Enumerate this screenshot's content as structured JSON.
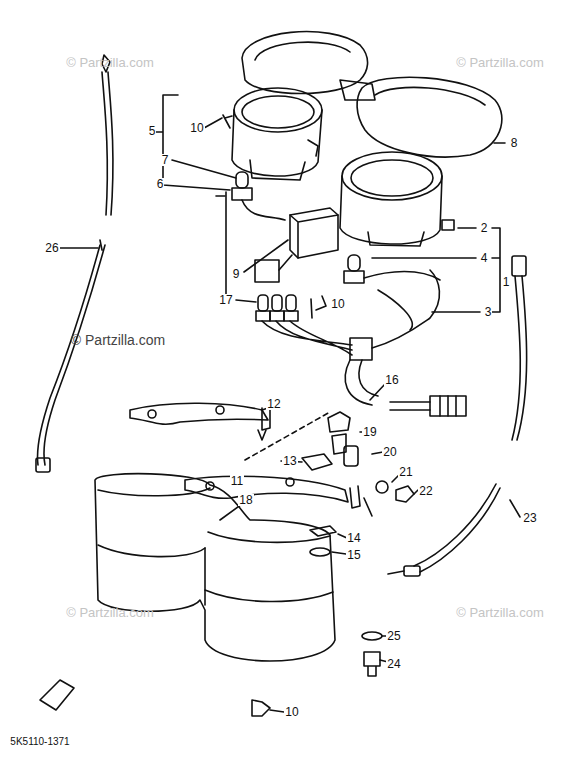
{
  "diagram": {
    "labels": [
      "© Partzilla.com",
      "© Partzilla.com",
      "10",
      "5",
      "7",
      "6",
      "8",
      "2",
      "1",
      "4",
      "9",
      "26",
      "© Partzilla.com",
      "10",
      "17",
      "3",
      "16",
      "12",
      "19",
      "13",
      "20",
      "11",
      "21",
      "22",
      "18",
      "14",
      "15",
      "23",
      "© Partzilla.com",
      "© Partzilla.com",
      "25",
      "24",
      "10",
      "5K5110-1371"
    ]
  }
}
